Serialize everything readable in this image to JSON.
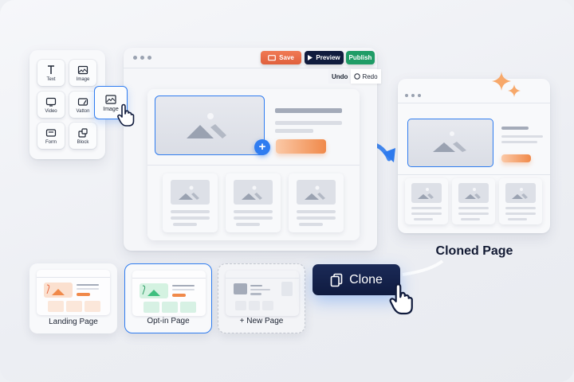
{
  "palette": {
    "widgets": [
      {
        "label": "Text",
        "icon": "text-icon"
      },
      {
        "label": "Image",
        "icon": "image-icon"
      },
      {
        "label": "Video",
        "icon": "video-icon"
      },
      {
        "label": "Vatton",
        "icon": "button-icon"
      },
      {
        "label": "Form",
        "icon": "form-icon"
      },
      {
        "label": "Block",
        "icon": "block-icon"
      }
    ],
    "dragging": {
      "label": "Image",
      "icon": "image-icon"
    }
  },
  "editor": {
    "toolbar": {
      "save_label": "Save",
      "preview_label": "Preview",
      "publish_label": "Publish",
      "undo_label": "Undo",
      "redo_label": "Redo"
    }
  },
  "cloned_page": {
    "title": "Cloned Page"
  },
  "clone_button": {
    "label": "Clone"
  },
  "templates": [
    {
      "label": "Landing Page",
      "accent": "#f0894a",
      "selected": false
    },
    {
      "label": "Opt-in Page",
      "accent": "#3fbf7f",
      "selected": true
    },
    {
      "label": "+ New Page",
      "accent": "#9aa2b1",
      "selected": false
    }
  ],
  "colors": {
    "accent_blue": "#2f7cf0",
    "save": "#e8683f",
    "preview": "#101b3d",
    "publish": "#1f9c66",
    "clone": "#15234b",
    "cta_orange": "#f0894a"
  }
}
